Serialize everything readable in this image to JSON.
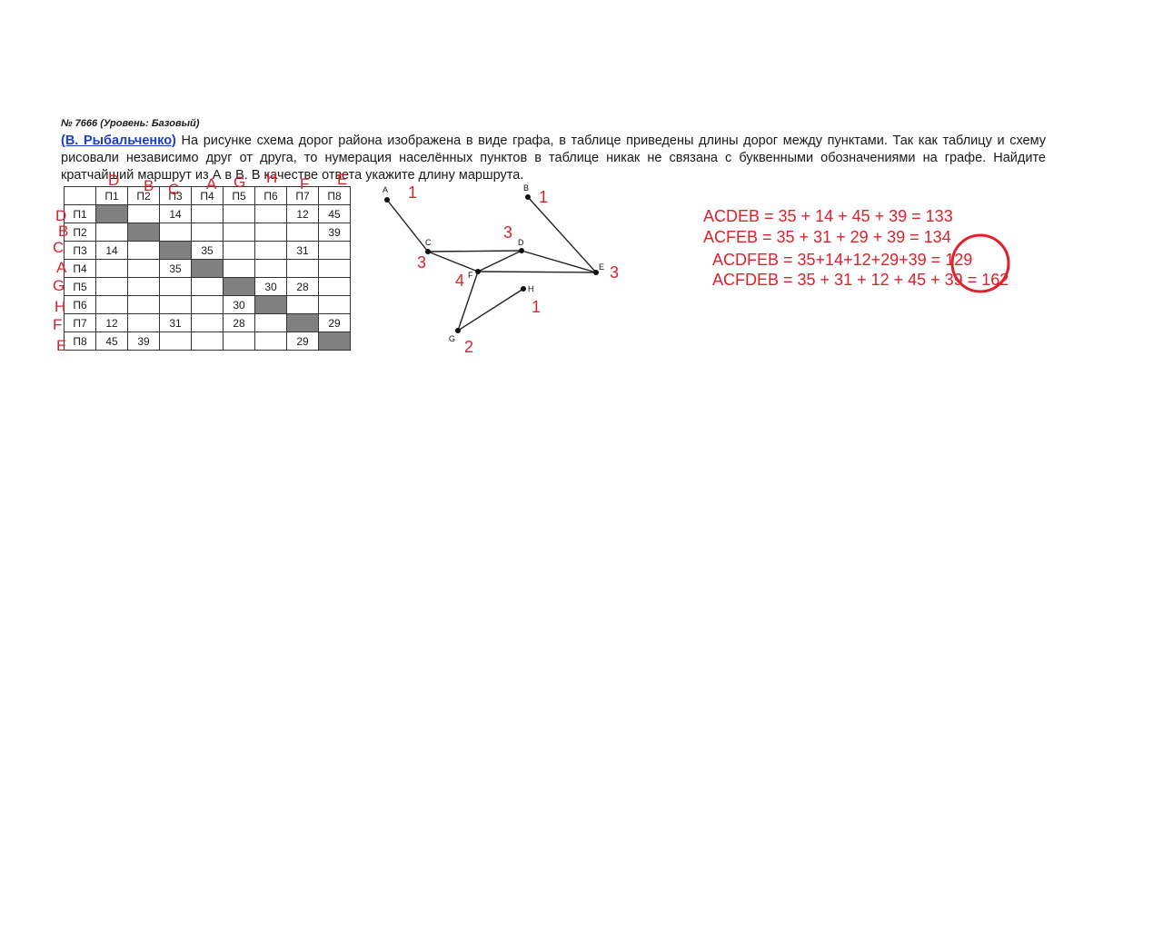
{
  "problem": {
    "header": "№ 7666 (Уровень: Базовый)",
    "author": "(В. Рыбальченко)",
    "text": " На рисунке схема дорог района изображена в виде графа, в таблице приведены длины дорог между пунктами. Так как таблицу и схему рисовали независимо друг от друга, то нумерация населённых пунктов в таблице никак не связана с буквенными обозначениями на графе. Найдите кратчайший маршрут из А в В. В качестве ответа укажите длину маршрута."
  },
  "table": {
    "headers": [
      "П1",
      "П2",
      "П3",
      "П4",
      "П5",
      "П6",
      "П7",
      "П8"
    ],
    "rows": [
      {
        "label": "П1",
        "cells": [
          "",
          "",
          "14",
          "",
          "",
          "",
          "12",
          "45"
        ]
      },
      {
        "label": "П2",
        "cells": [
          "",
          "",
          "",
          "",
          "",
          "",
          "",
          "39"
        ]
      },
      {
        "label": "П3",
        "cells": [
          "14",
          "",
          "",
          "35",
          "",
          "",
          "31",
          ""
        ]
      },
      {
        "label": "П4",
        "cells": [
          "",
          "",
          "35",
          "",
          "",
          "",
          "",
          ""
        ]
      },
      {
        "label": "П5",
        "cells": [
          "",
          "",
          "",
          "",
          "",
          "30",
          "28",
          ""
        ]
      },
      {
        "label": "П6",
        "cells": [
          "",
          "",
          "",
          "",
          "30",
          "",
          "",
          ""
        ]
      },
      {
        "label": "П7",
        "cells": [
          "12",
          "",
          "31",
          "",
          "28",
          "",
          "",
          "29"
        ]
      },
      {
        "label": "П8",
        "cells": [
          "45",
          "39",
          "",
          "",
          "",
          "",
          "29",
          ""
        ]
      }
    ]
  },
  "annotations": {
    "col_letters": [
      "D",
      "B",
      "C",
      "A",
      "G",
      "H",
      "F",
      "E"
    ],
    "row_letters": [
      "D",
      "B",
      "C",
      "A",
      "G",
      "H",
      "F",
      "E"
    ],
    "graph_degrees": {
      "A": "1",
      "B": "1",
      "C": "3",
      "D": "3",
      "E": "3",
      "F": "4",
      "H": "1",
      "G": "2"
    },
    "equations": [
      "ACDEB = 35 + 14 + 45 + 39 = 133",
      "ACFEB = 35 + 31 + 29 + 39 = 134",
      "ACDFEB = 35+14+12+29+39 = 129",
      "ACFDEB = 35 + 31 + 12 + 45 + 39 = 162"
    ]
  },
  "graph": {
    "nodes": {
      "A": "A",
      "B": "B",
      "C": "C",
      "D": "D",
      "E": "E",
      "F": "F",
      "G": "G",
      "H": "H"
    }
  },
  "colors": {
    "annotation": "#e0202a",
    "link": "#1a3fd0",
    "gray_cell": "#808080"
  }
}
